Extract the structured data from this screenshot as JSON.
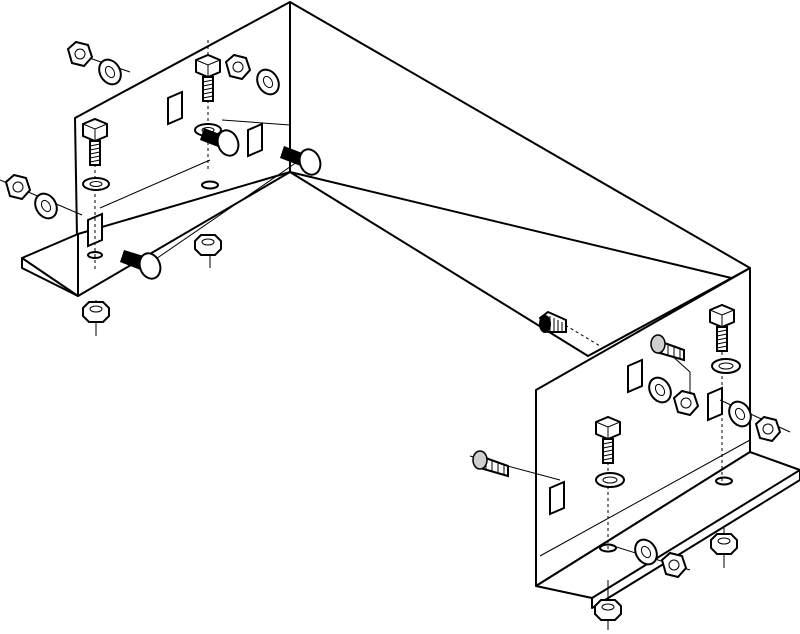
{
  "diagram": {
    "type": "exploded-assembly",
    "colors": {
      "line": "#000000",
      "background": "#ffffff",
      "shade": "#cfcfcf"
    },
    "parts": [
      "hex-nut",
      "flat-washer",
      "hex-head-bolt",
      "carriage-bolt",
      "square-slot",
      "round-hole",
      "u-bracket"
    ]
  }
}
